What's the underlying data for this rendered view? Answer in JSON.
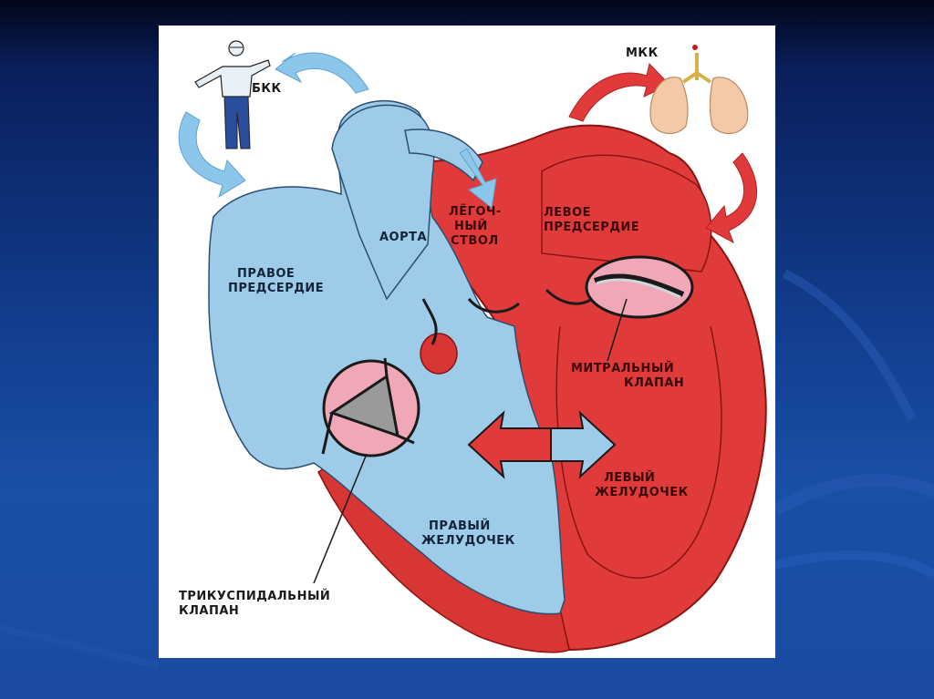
{
  "slide": {
    "background_color": "#123c8c",
    "panel_color": "#ffffff"
  },
  "diagram": {
    "colors": {
      "venous_blue": "#9dcbe8",
      "arterial_red": "#e03a3a",
      "valve_pink": "#f0a7b8",
      "outline": "#1a1a1a"
    },
    "labels": {
      "bkk": "БКК",
      "mkk": "МКК",
      "aorta": "АОРТА",
      "pulmonary_trunk_line1": "ЛЁГОЧ-",
      "pulmonary_trunk_line2": "НЫЙ",
      "pulmonary_trunk_line3": "СТВОЛ",
      "left_atrium_line1": "ЛЕВОЕ",
      "left_atrium_line2": "ПРЕДСЕРДИЕ",
      "right_atrium_line1": "ПРАВОЕ",
      "right_atrium_line2": "ПРЕДСЕРДИЕ",
      "mitral_line1": "МИТРАЛЬНЫЙ",
      "mitral_line2": "КЛАПАН",
      "left_ventricle_line1": "ЛЕВЫЙ",
      "left_ventricle_line2": "ЖЕЛУДОЧЕК",
      "right_ventricle_line1": "ПРАВЫЙ",
      "right_ventricle_line2": "ЖЕЛУДОЧЕК",
      "tricuspid_line1": "ТРИКУСПИДАЛЬНЫЙ",
      "tricuspid_line2": "КЛАПАН"
    }
  }
}
